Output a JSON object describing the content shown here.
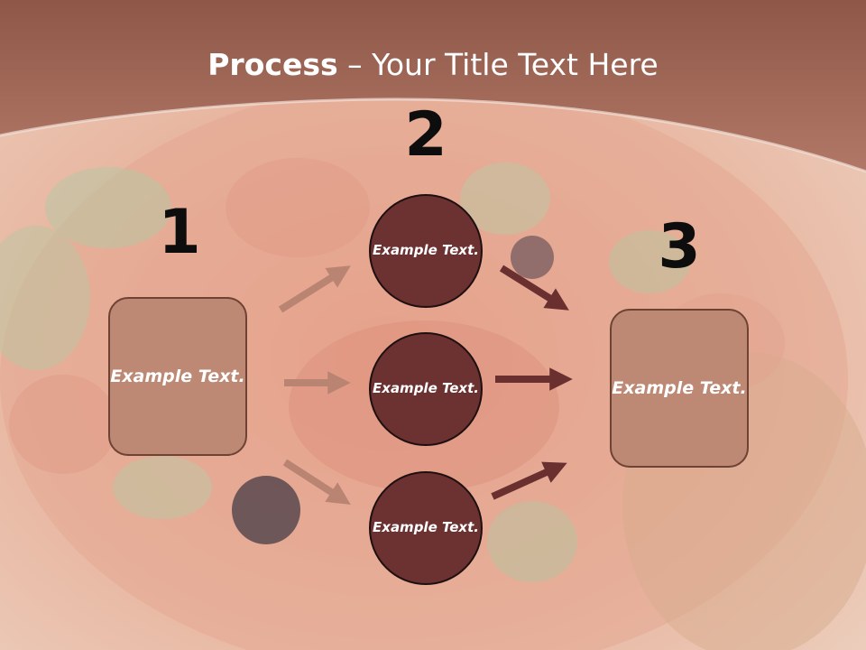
{
  "title": {
    "bold": "Process",
    "rest": " – Your Title Text Here"
  },
  "steps": {
    "one": "1",
    "two": "2",
    "three": "3"
  },
  "boxes": {
    "left": "Example Text.",
    "right": "Example Text."
  },
  "circles": [
    "Example Text.",
    "Example Text.",
    "Example Text."
  ],
  "colors": {
    "header": "#a8705e",
    "box_fill": "#bd8874",
    "circle_fill": "#6c3131",
    "light_arrow": "#b98472",
    "dark_arrow": "#6a3030"
  },
  "background": "pizza-photo"
}
